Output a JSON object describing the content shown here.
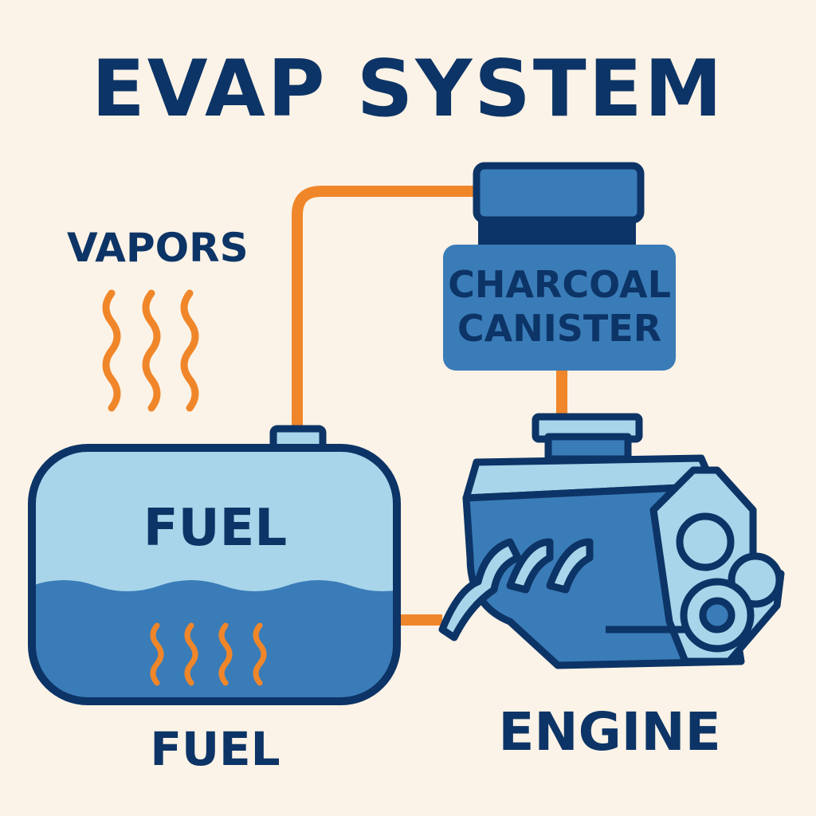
{
  "title": "EVAP SYSTEM",
  "labels": {
    "vapors": "VAPORS",
    "canister_line1": "CHARCOAL",
    "canister_line2": "CANISTER",
    "tank_label": "FUEL",
    "fuel_caption": "FUEL",
    "engine": "ENGINE"
  },
  "colors": {
    "background": "#fbf3e7",
    "navy": "#0d3466",
    "orange": "#f0862a",
    "light_blue": "#a8d5ea",
    "mid_blue": "#3a7cb8"
  }
}
